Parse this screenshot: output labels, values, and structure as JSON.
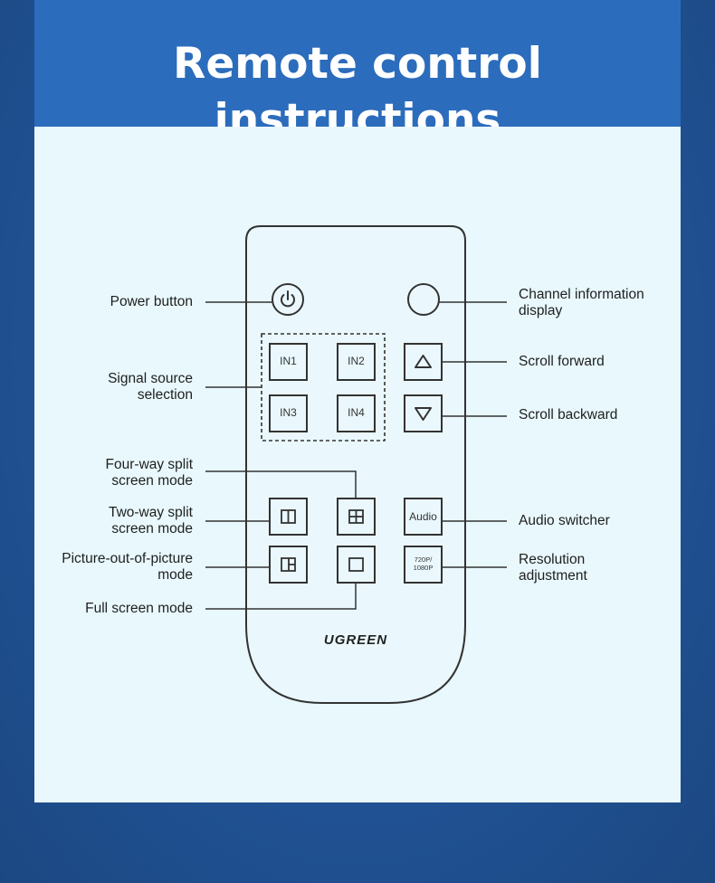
{
  "header": {
    "title": "Remote control instructions"
  },
  "labels": {
    "power": "Power button",
    "signal": "Signal source\nselection",
    "four_way": "Four-way split\nscreen mode",
    "two_way": "Two-way split\nscreen mode",
    "pop": "Picture-out-of-picture\nmode",
    "full": "Full screen mode",
    "channel_info": "Channel information\ndisplay",
    "scroll_forward": "Scroll forward",
    "scroll_backward": "Scroll backward",
    "audio_switcher": "Audio switcher",
    "resolution": "Resolution\nadjustment"
  },
  "remote": {
    "brand": "UGREEN",
    "in1": "IN1",
    "in2": "IN2",
    "in3": "IN3",
    "in4": "IN4",
    "audio": "Audio",
    "resolution_top": "720P/",
    "resolution_bottom": "1080P"
  },
  "icons": [
    "power-icon",
    "up-triangle-icon",
    "down-triangle-icon",
    "two-way-split-icon",
    "four-way-split-icon",
    "pop-icon",
    "full-screen-icon"
  ]
}
